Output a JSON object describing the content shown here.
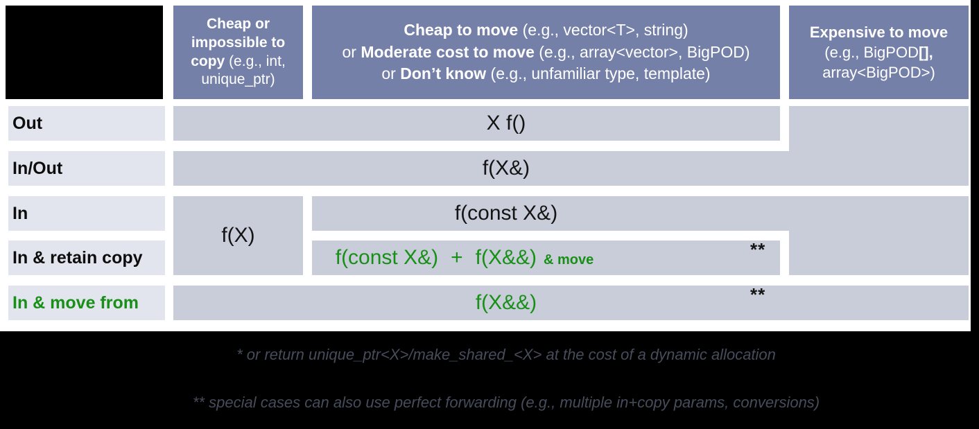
{
  "table": {
    "header": {
      "col1": {
        "bold": "Cheap or impossible to copy",
        "normal": " (e.g., int, unique_ptr)"
      },
      "col2": {
        "line1": {
          "bold": "Cheap to move",
          "normal": " (e.g., vector<T>, string)"
        },
        "line2": {
          "pre": "or ",
          "bold": "Moderate cost to move",
          "normal": " (e.g., array<vector>, BigPOD)"
        },
        "line3": {
          "pre": "or ",
          "bold": "Don’t know",
          "normal": " (e.g., unfamiliar type, template)"
        }
      },
      "col3": {
        "line1": "Expensive to move",
        "line2_pre": "(e.g., BigPOD",
        "line2_bold": "[],",
        "line3": "array<BigPOD>)"
      }
    },
    "rows": {
      "out": {
        "label": "Out",
        "cell": "X f()"
      },
      "inout": {
        "label": "In/Out",
        "cell": "f(X&)"
      },
      "in": {
        "label": "In",
        "left_cell": "f(X)",
        "cell": "f(const X&)"
      },
      "retain": {
        "label": "In & retain copy",
        "cell_part1": "f(const X&)",
        "cell_plus": "+",
        "cell_part2": "f(X&&)",
        "cell_suffix": "& move",
        "stars": "**"
      },
      "movefrom": {
        "label": "In & move from",
        "cell": "f(X&&)",
        "stars": "**"
      }
    }
  },
  "footnotes": {
    "line1": "* or return unique_ptr<X>/make_shared_<X> at the cost of a dynamic allocation",
    "line2": "** special cases can also use perfect forwarding (e.g., multiple in+copy params, conversions)"
  },
  "colors": {
    "header_bg": "#7580a9",
    "cell_bg": "#c9cdd9",
    "label_bg": "#e2e5ed",
    "accent_green": "#189018",
    "footnote_text": "#474c5b"
  }
}
